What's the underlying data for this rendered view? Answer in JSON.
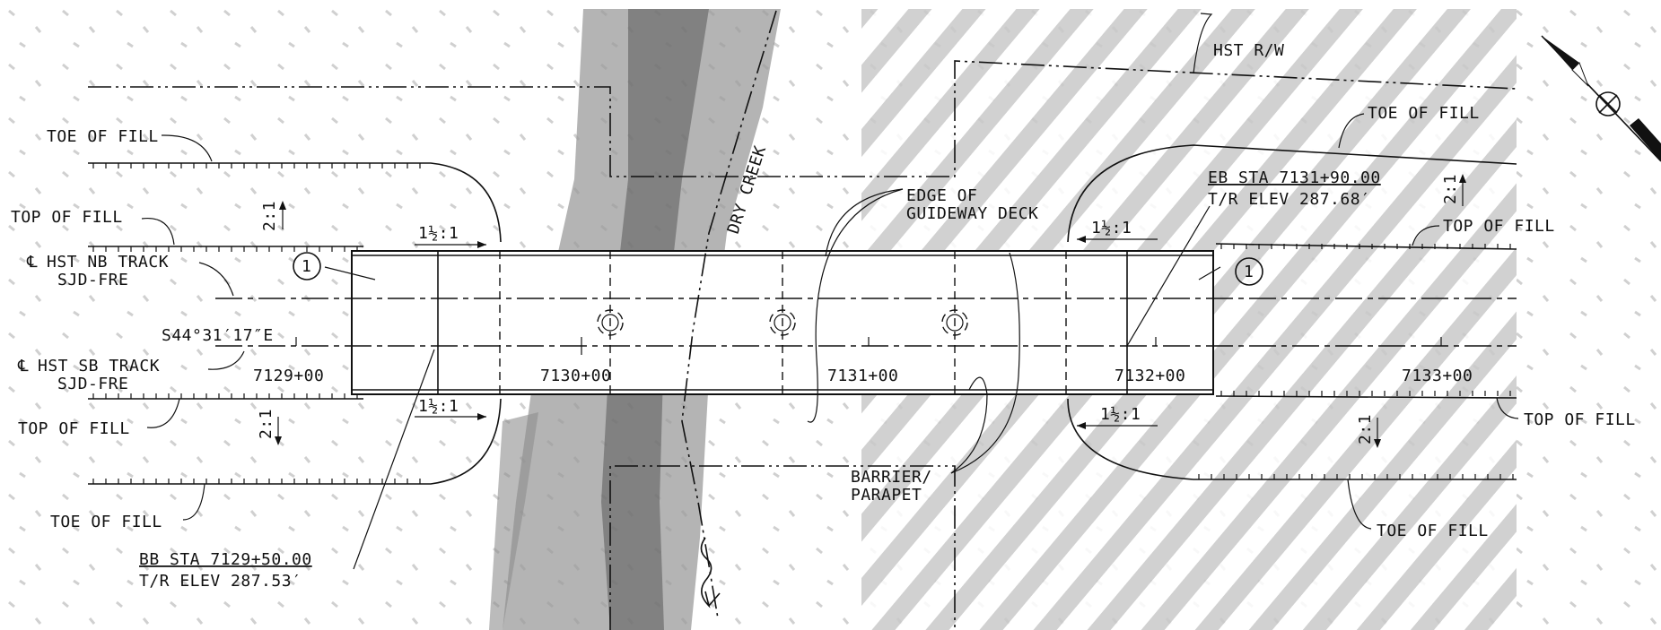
{
  "labels": {
    "toe_of_fill": "TOE OF FILL",
    "top_of_fill": "TOP OF FILL",
    "hst_rw": "HST R/W",
    "cl_symbol": "℄",
    "nb_track": "HST NB TRACK",
    "sb_track": "HST SB TRACK",
    "track_code": "SJD-FRE",
    "bearing": "S44°31′17″E",
    "edge_line1": "EDGE OF",
    "edge_line2": "GUIDEWAY DECK",
    "barrier_line1": "BARRIER/",
    "barrier_line2": "PARAPET",
    "creek": "DRY CREEK",
    "note_marker": "1",
    "slope_flat": "1½:1",
    "slope_steep": "2:1"
  },
  "stations": {
    "s7129": "7129+00",
    "s7130": "7130+00",
    "s7131": "7131+00",
    "s7132": "7132+00",
    "s7133": "7133+00"
  },
  "begin_bridge": {
    "station": "BB STA 7129+50.00",
    "elevation": "T/R ELEV 287.53′"
  },
  "end_bridge": {
    "station": "EB STA 7131+90.00",
    "elevation": "T/R ELEV 287.68′"
  },
  "colors": {
    "ink": "#111111",
    "creek_shade": "#8a8a8a",
    "hatch": "#bdbdbd"
  }
}
